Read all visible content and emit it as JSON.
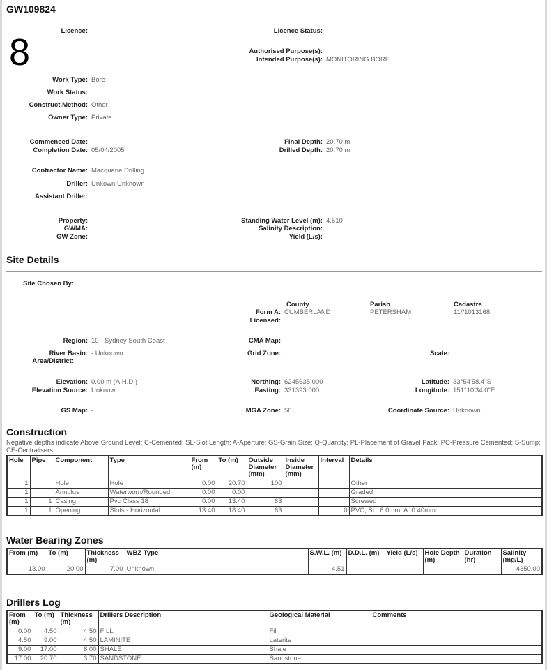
{
  "title": "GW109824",
  "marker": "8",
  "fields": {
    "licence": {
      "label": "Licence:",
      "value": ""
    },
    "licence_status": {
      "label": "Licence Status:",
      "value": ""
    },
    "authorised_purpose": {
      "label": "Authorised Purpose(s):",
      "value": ""
    },
    "intended_purpose": {
      "label": "Intended Purpose(s):",
      "value": "MONITORING BORE"
    },
    "work_type": {
      "label": "Work Type:",
      "value": "Bore"
    },
    "work_status": {
      "label": "Work Status:",
      "value": ""
    },
    "construct_method": {
      "label": "Construct.Method:",
      "value": "Other"
    },
    "owner_type": {
      "label": "Owner Type:",
      "value": "Private"
    },
    "commenced_date": {
      "label": "Commenced Date:",
      "value": ""
    },
    "completion_date": {
      "label": "Completion Date:",
      "value": "05/04/2005"
    },
    "final_depth": {
      "label": "Final Depth:",
      "value": "20.70 m"
    },
    "drilled_depth": {
      "label": "Drilled Depth:",
      "value": "20.70 m"
    },
    "contractor_name": {
      "label": "Contractor Name:",
      "value": "Macquarie Drilling"
    },
    "driller": {
      "label": "Driller:",
      "value": "Unkown Unknown"
    },
    "assistant_driller": {
      "label": "Assistant Driller:",
      "value": ""
    },
    "property": {
      "label": "Property:",
      "value": ""
    },
    "gwma": {
      "label": "GWMA:",
      "value": ""
    },
    "gw_zone": {
      "label": "GW Zone:",
      "value": ""
    },
    "swl": {
      "label": "Standing Water Level (m):",
      "value": "4.510"
    },
    "salinity_desc": {
      "label": "Salinity Description:",
      "value": ""
    },
    "yield": {
      "label": "Yield (L/s):",
      "value": ""
    }
  },
  "site": {
    "heading": "Site Details",
    "site_chosen_by": {
      "label": "Site Chosen By:",
      "value": ""
    },
    "county_header": "County",
    "parish_header": "Parish",
    "cadastre_header": "Cadastre",
    "form_a": {
      "label": "Form A:",
      "county": "CUMBERLAND",
      "parish": "PETERSHAM",
      "cadastre": "11//1013168"
    },
    "licensed": {
      "label": "Licensed:"
    },
    "region": {
      "label": "Region:",
      "value": "10 - Sydney South Coast"
    },
    "cma_map": {
      "label": "CMA Map:",
      "value": ""
    },
    "river_basin": {
      "label": "River Basin:",
      "value": "- Unknown"
    },
    "area_district": {
      "label": "Area/District:",
      "value": ""
    },
    "grid_zone": {
      "label": "Grid Zone:",
      "value": ""
    },
    "scale": {
      "label": "Scale:",
      "value": ""
    },
    "elevation": {
      "label": "Elevation:",
      "value": "0.00 m (A.H.D.)"
    },
    "elevation_source": {
      "label": "Elevation Source:",
      "value": "Unknown"
    },
    "northing": {
      "label": "Northing:",
      "value": "6245635.000"
    },
    "easting": {
      "label": "Easting:",
      "value": "331393.000"
    },
    "latitude": {
      "label": "Latitude:",
      "value": "33°54'58.4\"S"
    },
    "longitude": {
      "label": "Longitude:",
      "value": "151°10'34.0\"E"
    },
    "gs_map": {
      "label": "GS Map:",
      "value": "-"
    },
    "mga_zone": {
      "label": "MGA Zone:",
      "value": "56"
    },
    "coord_source": {
      "label": "Coordinate Source:",
      "value": "Unknown"
    }
  },
  "construction": {
    "heading": "Construction",
    "note": "Negative depths indicate Above Ground Level; C-Cemented; SL-Slot Length; A-Aperture; GS-Grain Size; Q-Quantity; PL-Placement of Gravel Pack; PC-Pressure Cemented; S-Sump; CE-Centralisers",
    "headers": [
      "Hole",
      "Pipe",
      "Component",
      "Type",
      "From (m)",
      "To (m)",
      "Outside Diameter (mm)",
      "Inside Diameter (mm)",
      "Interval",
      "Details"
    ],
    "rows": [
      [
        "1",
        "",
        "Hole",
        "Hole",
        "0.00",
        "20.70",
        "100",
        "",
        "",
        "Other"
      ],
      [
        "1",
        "",
        "Annulus",
        "Waterworn/Rounded",
        "0.00",
        "0.00",
        "",
        "",
        "",
        "Graded"
      ],
      [
        "1",
        "1",
        "Casing",
        "Pvc Class 18",
        "0.00",
        "13.40",
        "63",
        "",
        "",
        "Screwed"
      ],
      [
        "1",
        "1",
        "Opening",
        "Slots - Horizontal",
        "13.40",
        "18.40",
        "63",
        "",
        "0",
        "PVC, SL: 6.0mm, A: 0.40mm"
      ]
    ]
  },
  "wbz": {
    "heading": "Water Bearing Zones",
    "headers": [
      "From (m)",
      "To (m)",
      "Thickness (m)",
      "WBZ Type",
      "S.W.L. (m)",
      "D.D.L. (m)",
      "Yield (L/s)",
      "Hole Depth (m)",
      "Duration (hr)",
      "Salinity (mg/L)"
    ],
    "rows": [
      [
        "13.00",
        "20.00",
        "7.00",
        "Unknown",
        "4.51",
        "",
        "",
        "",
        "",
        "4350.00"
      ]
    ]
  },
  "log": {
    "heading": "Drillers Log",
    "headers": [
      "From (m)",
      "To (m)",
      "Thickness (m)",
      "Drillers Description",
      "Geological Material",
      "Comments"
    ],
    "rows": [
      [
        "0.00",
        "4.50",
        "4.50",
        "FILL",
        "Fill",
        ""
      ],
      [
        "4.50",
        "9.00",
        "4.50",
        "LAMINITE",
        "Laterite",
        ""
      ],
      [
        "9.00",
        "17.00",
        "8.00",
        "SHALE",
        "Shale",
        ""
      ],
      [
        "17.00",
        "20.70",
        "3.70",
        "SANDSTONE",
        "Sandstone",
        ""
      ]
    ]
  }
}
